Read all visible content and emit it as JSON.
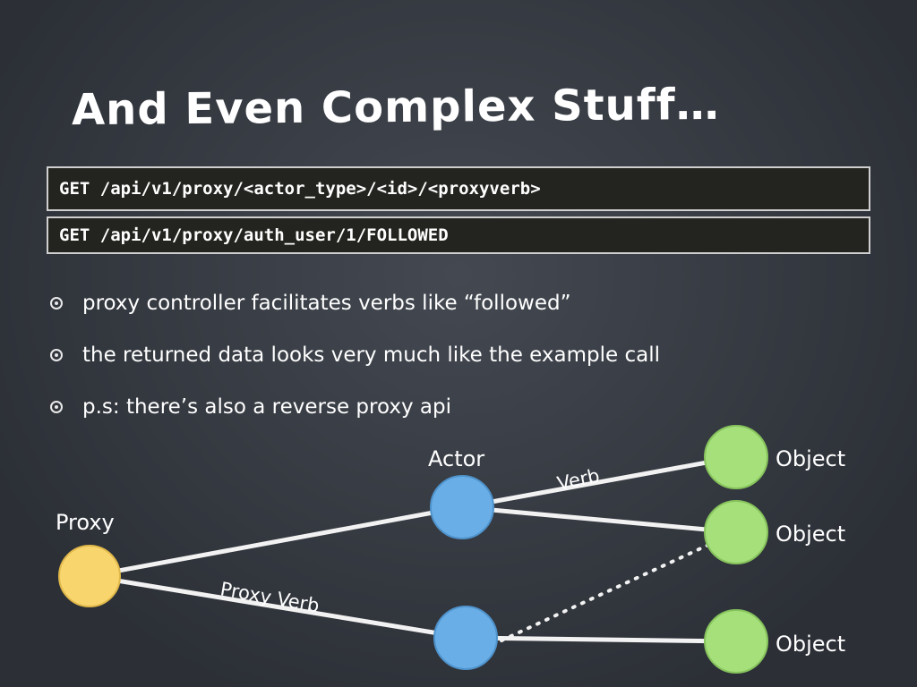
{
  "slide": {
    "title": "And Even Complex Stuff…",
    "code_lines": [
      "GET /api/v1/proxy/<actor_type>/<id>/<proxyverb>",
      "GET /api/v1/proxy/auth_user/1/FOLLOWED"
    ],
    "bullets": [
      "proxy controller facilitates verbs like “followed”",
      "the returned data looks very much like the example call",
      "p.s: there’s also a reverse proxy api"
    ]
  },
  "diagram": {
    "labels": {
      "proxy": "Proxy",
      "actor": "Actor",
      "object_1": "Object",
      "object_2": "Object",
      "object_3": "Object",
      "verb": "Verb",
      "proxy_verb": "Proxy Verb"
    },
    "colors": {
      "proxy": "#f9d56e",
      "actor": "#69aee6",
      "object": "#a5e07a",
      "edge": "#f2f2f2"
    }
  }
}
